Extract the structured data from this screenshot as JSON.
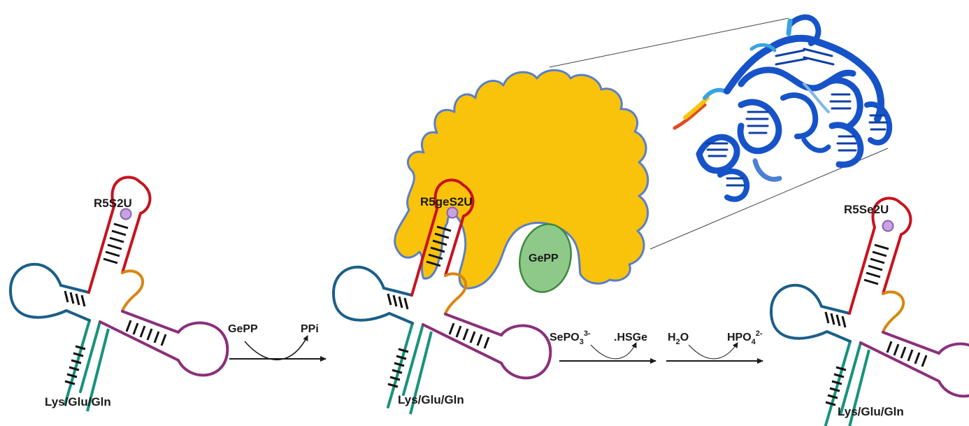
{
  "trna_left": {
    "modification_label": "R5S2U",
    "amino_acid_label": "Lys/Glu/Gln"
  },
  "trna_middle": {
    "modification_label": "R5geS2U",
    "amino_acid_label": "Lys/Glu/Gln"
  },
  "trna_right": {
    "modification_label": "R5Se2U",
    "amino_acid_label": "Lys/Glu/Gln"
  },
  "enzyme": {
    "ligand_label": "GePP"
  },
  "reaction_1": {
    "substrate": "GePP",
    "product": "PPi"
  },
  "reaction_2": {
    "substrate_base": "SePO",
    "substrate_sub": "3",
    "substrate_sup": "3-",
    "product": ".HSGe"
  },
  "reaction_3": {
    "substrate_base": "H",
    "substrate_sub": "2",
    "substrate_tail": "O",
    "product_base": "HPO",
    "product_sub": "4",
    "product_sup": "2-"
  },
  "colors": {
    "acceptor_stem": "#17937a",
    "d_arm": "#1a5f8a",
    "anticodon_arm": "#c8121e",
    "variable_loop": "#d9860f",
    "t_arm": "#8b2f7a",
    "modification_dot": "#c9a3e0",
    "enzyme_fill": "#f9c20b",
    "enzyme_outline": "#5a7fc8",
    "ligand_fill": "#8fc98a",
    "protein_structure": "#1653c8"
  }
}
